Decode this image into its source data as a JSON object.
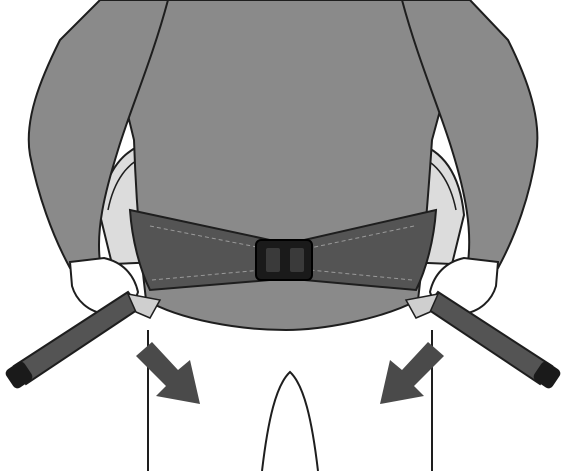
{
  "illustration": {
    "colors": {
      "background": "#ffffff",
      "garment": "#8a8a8a",
      "outline": "#1e1e1e",
      "strap": "#545454",
      "buckle": "#1a1a1a",
      "padding": "#dcdcdc",
      "arrow": "#4a4a4a"
    },
    "arrow_directions": [
      "down-right",
      "down-left"
    ],
    "parts": [
      "torso",
      "left-arm",
      "right-arm",
      "left-hand",
      "right-hand",
      "hip-belt-padding",
      "waist-strap-left",
      "waist-strap-right",
      "center-buckle",
      "loose-strap-end-left",
      "loose-strap-end-right",
      "legs",
      "tighten-arrow-left",
      "tighten-arrow-right"
    ]
  }
}
